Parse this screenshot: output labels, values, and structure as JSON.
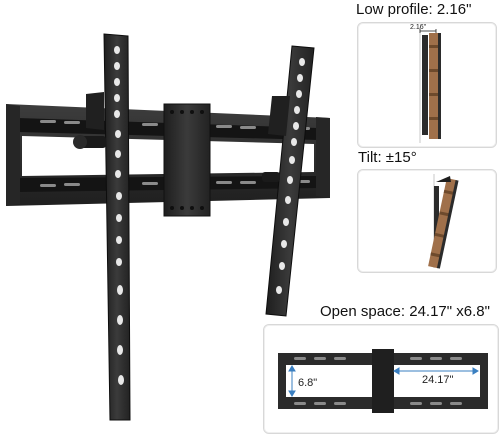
{
  "panels": {
    "low_profile": {
      "label": "Low profile: 2.16\"",
      "dimension_label": "2.16\""
    },
    "tilt": {
      "label": "Tilt: ±15°"
    },
    "open_space": {
      "label": "Open space: 24.17\" x6.8\"",
      "height_label": "6.8\"",
      "width_label": "24.17\""
    }
  },
  "colors": {
    "metal": "#2b2b2b",
    "metal_light": "#3c3c3c",
    "dimension_line": "#3a7fc1",
    "wood": "#a0704a",
    "panel_border": "#d8d8d8"
  }
}
